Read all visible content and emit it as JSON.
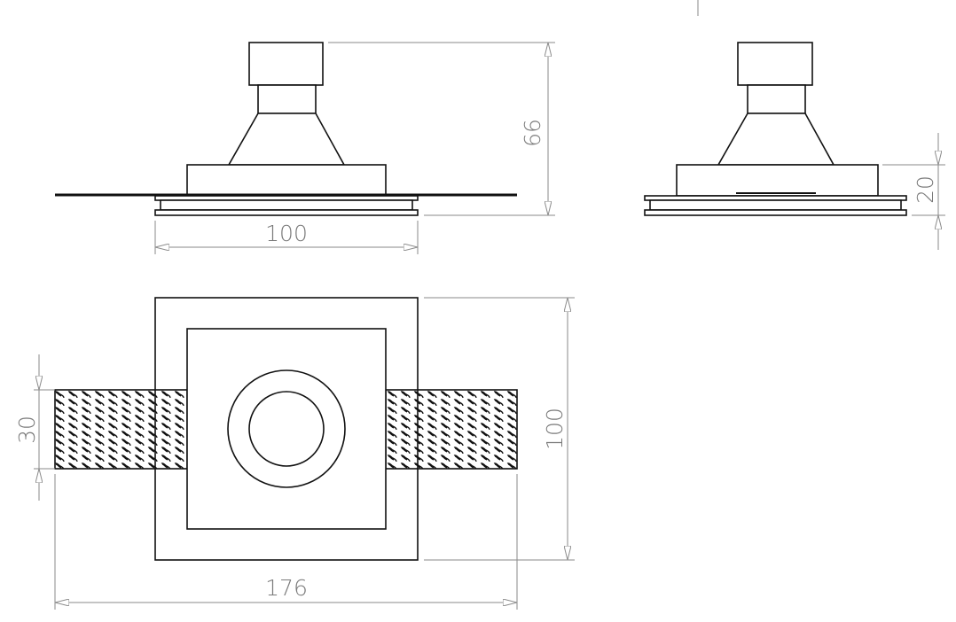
{
  "drawing": {
    "views": [
      "front-view",
      "side-view",
      "top-view"
    ],
    "dimensions": {
      "front_height": "66",
      "front_width": "100",
      "side_flange_height": "20",
      "top_mesh_width": "30",
      "top_height": "100",
      "top_total_width": "176"
    },
    "colors": {
      "line": "#111111",
      "dimension": "#8a8a8a"
    }
  }
}
